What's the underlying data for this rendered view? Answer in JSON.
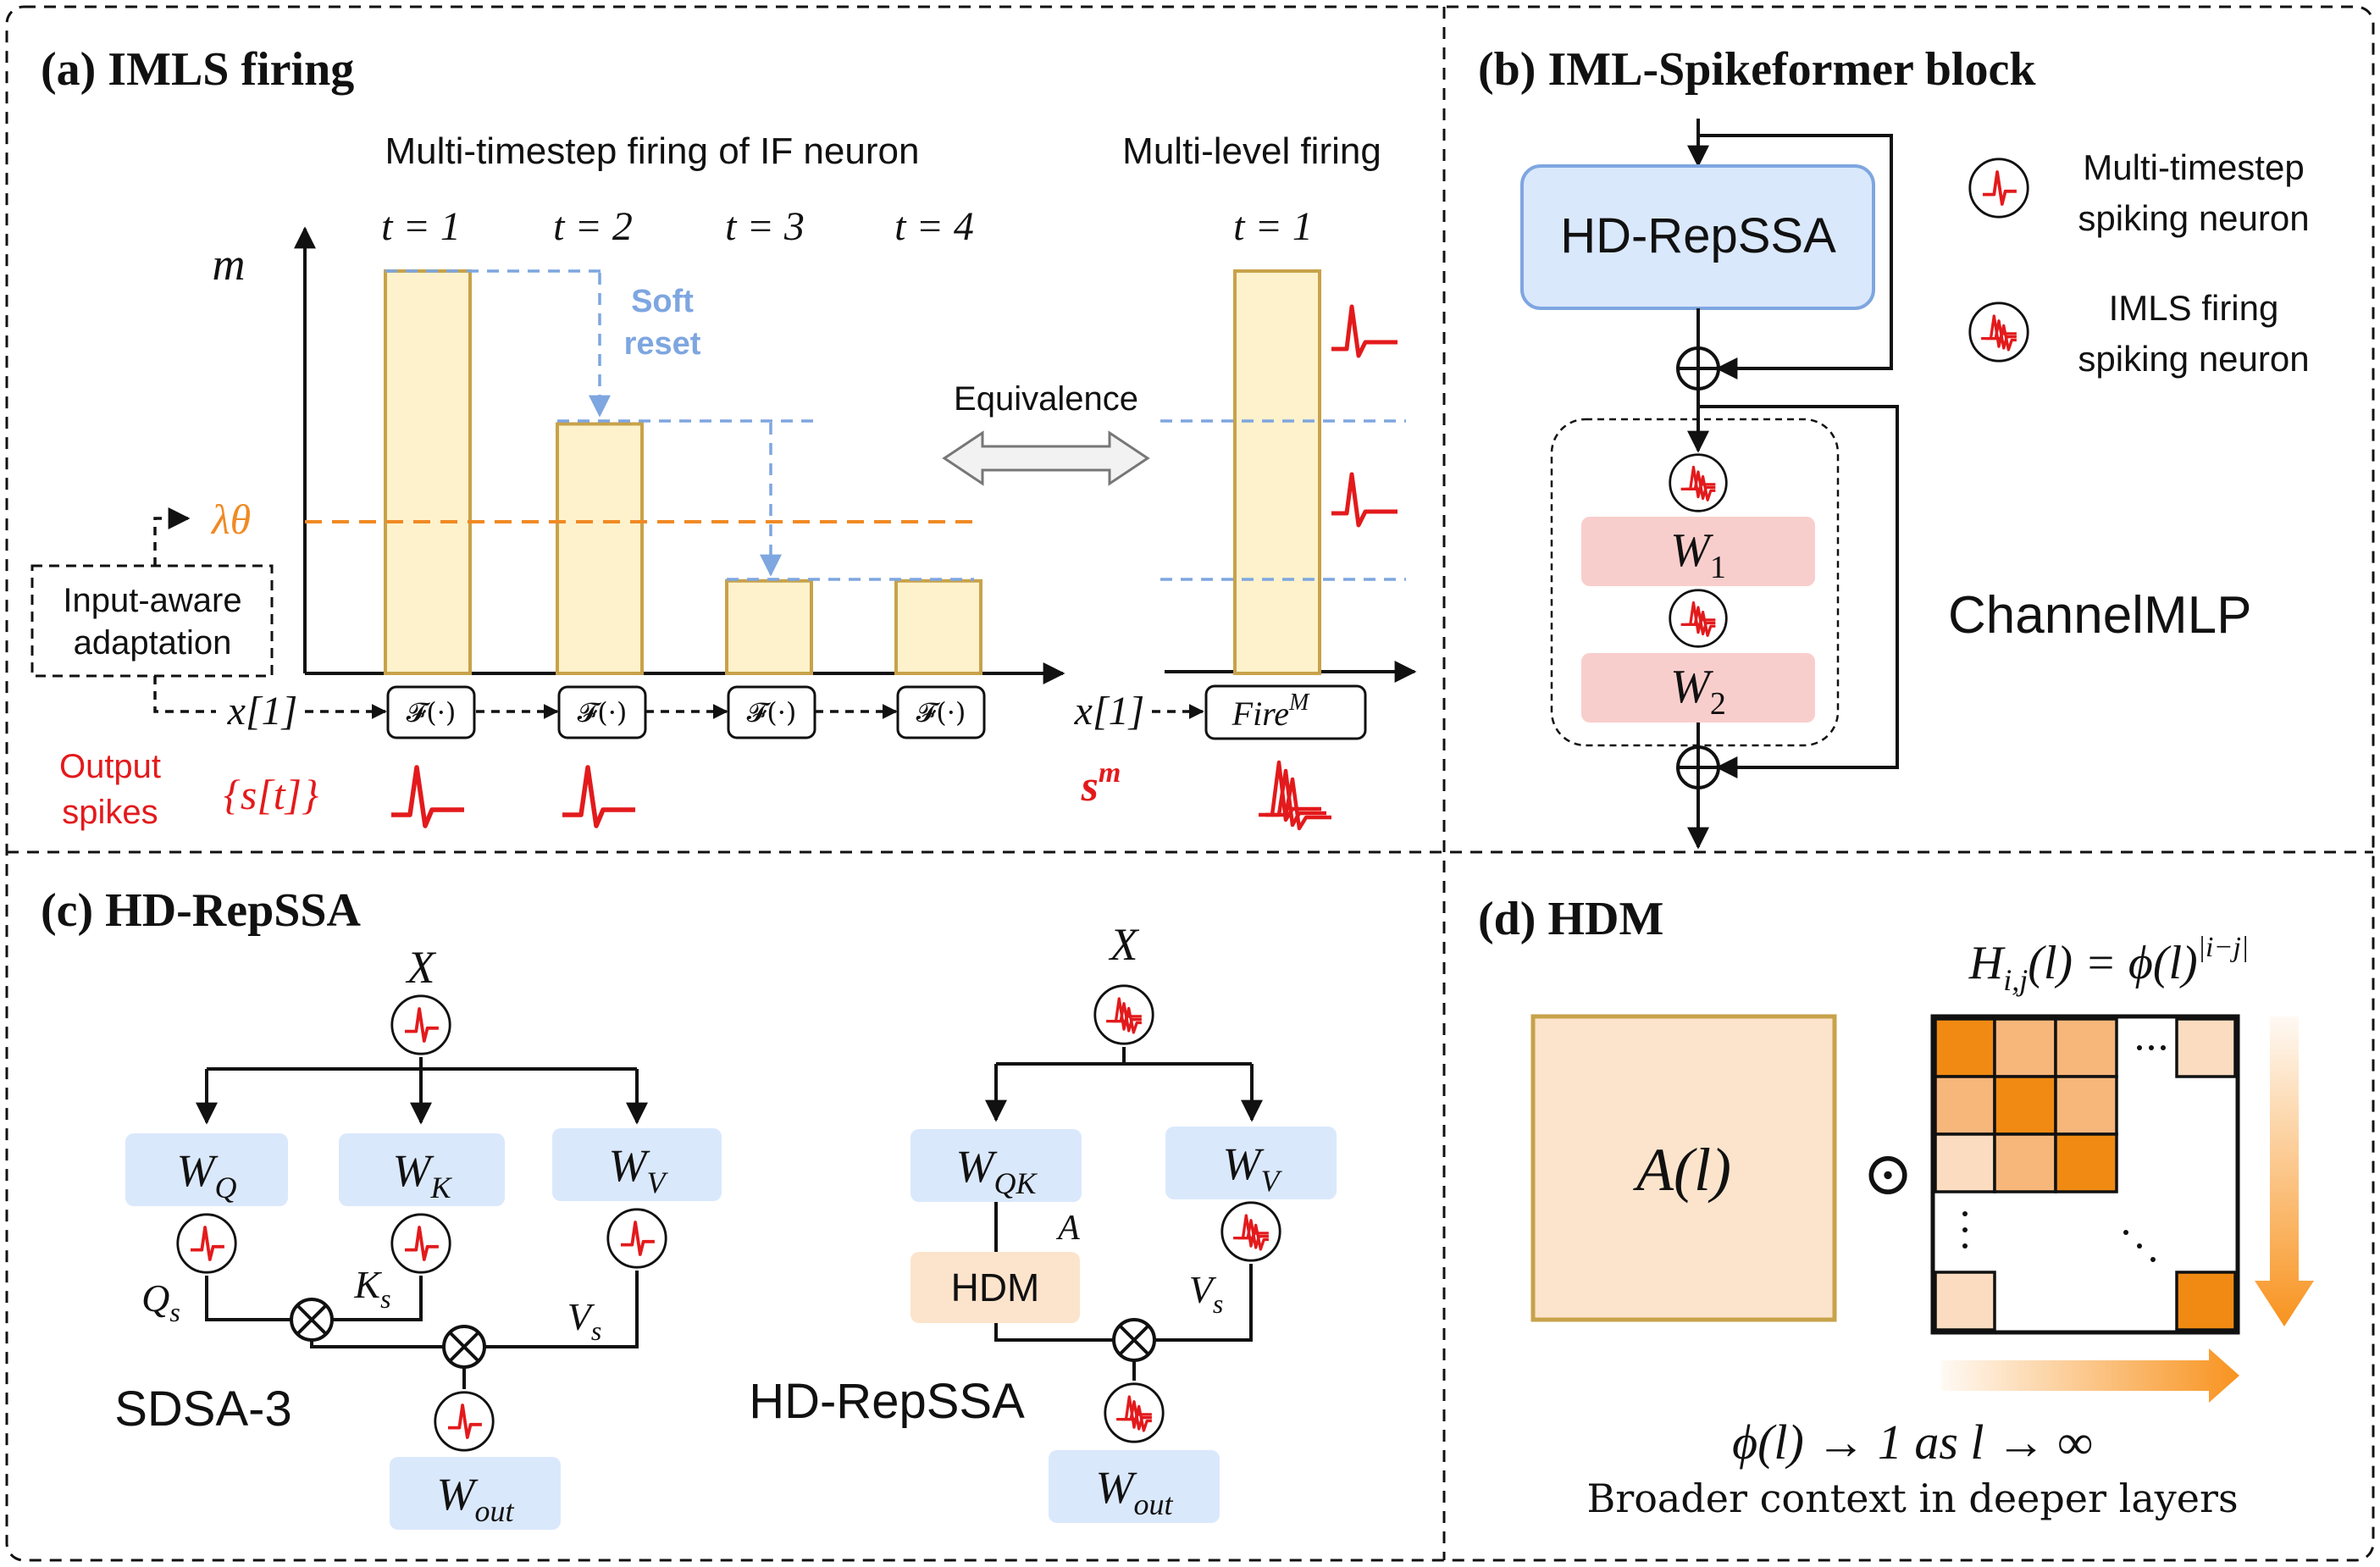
{
  "panels": {
    "a": {
      "title": "(a) IMLS firing",
      "multi_timestep_caption": "Multi-timestep firing of IF neuron",
      "multi_level_caption": "Multi-level firing",
      "timesteps": [
        "t = 1",
        "t = 2",
        "t = 3",
        "t = 4"
      ],
      "multi_level_timestep": "t = 1",
      "y_axis_label": "m",
      "threshold_label": "λθ",
      "soft_reset_line1": "Soft",
      "soft_reset_line2": "reset",
      "equivalence_label": "Equivalence",
      "adaptation_line1": "Input-aware",
      "adaptation_line2": "adaptation",
      "input_left": "x[1]",
      "input_right": "x[1]",
      "f_block": "𝓕(·)",
      "fire_block_base": "Fire",
      "fire_block_sup": "M",
      "output_line1": "Output",
      "output_line2": "spikes",
      "spike_set_label": "{s[t]}",
      "multi_level_spike_base": "s",
      "multi_level_spike_sup": "m",
      "membrane_levels": [
        1.0,
        0.62,
        0.23,
        0.23
      ]
    },
    "b": {
      "title": "(b) IML-Spikeformer block",
      "attn_block": "HD-RepSSA",
      "w1_base": "W",
      "w1_sub": "1",
      "w2_base": "W",
      "w2_sub": "2",
      "mlp_label": "ChannelMLP",
      "legend": [
        {
          "icon": "single-spike",
          "line1": "Multi-timestep",
          "line2": "spiking neuron"
        },
        {
          "icon": "multi-spike",
          "line1": "IMLS firing",
          "line2": "spiking neuron"
        }
      ]
    },
    "c": {
      "title": "(c) HD-RepSSA",
      "input_left": "X",
      "input_right": "X",
      "wq_base": "W",
      "wq_sub": "Q",
      "wk_base": "W",
      "wk_sub": "K",
      "wv_base": "W",
      "wv_sub": "V",
      "wqk_base": "W",
      "wqk_sub": "QK",
      "wv2_base": "W",
      "wv2_sub": "V",
      "wout_base": "W",
      "wout_sub": "out",
      "wout2_base": "W",
      "wout2_sub": "out",
      "qs_base": "Q",
      "qs_sub": "s",
      "ks_base": "K",
      "ks_sub": "s",
      "vs_base": "V",
      "vs_sub": "s",
      "vs2_base": "V",
      "vs2_sub": "s",
      "a_label": "A",
      "hdm_block": "HDM",
      "left_name": "SDSA-3",
      "right_name": "HD-RepSSA"
    },
    "d": {
      "title": "(d) HDM",
      "matrix_label": "A(l)",
      "hadamard_symbol": "⊙",
      "formula_lhs_base": "H",
      "formula_lhs_sub": "i,j",
      "formula_rhs": "(l) = ϕ(l)",
      "formula_sup": "|i−j|",
      "limit_text": "ϕ(l) → 1 as l → ∞",
      "caption": "Broader context in deeper layers"
    }
  },
  "colors": {
    "bar_fill": "#FEF2CC",
    "bar_stroke": "#C8A24A",
    "threshold": "#F08A24",
    "soft_reset": "#7EA6E0",
    "spike": "#E31A1C",
    "block_blue": "#DAE8FC",
    "block_blue_stroke": "#7EA6E0",
    "block_pink": "#F8CECC",
    "block_peach": "#FCE4CC",
    "hdm_dark": "#F08A12",
    "hdm_mid": "#F7B67A",
    "hdm_light": "#FCDCC0"
  }
}
